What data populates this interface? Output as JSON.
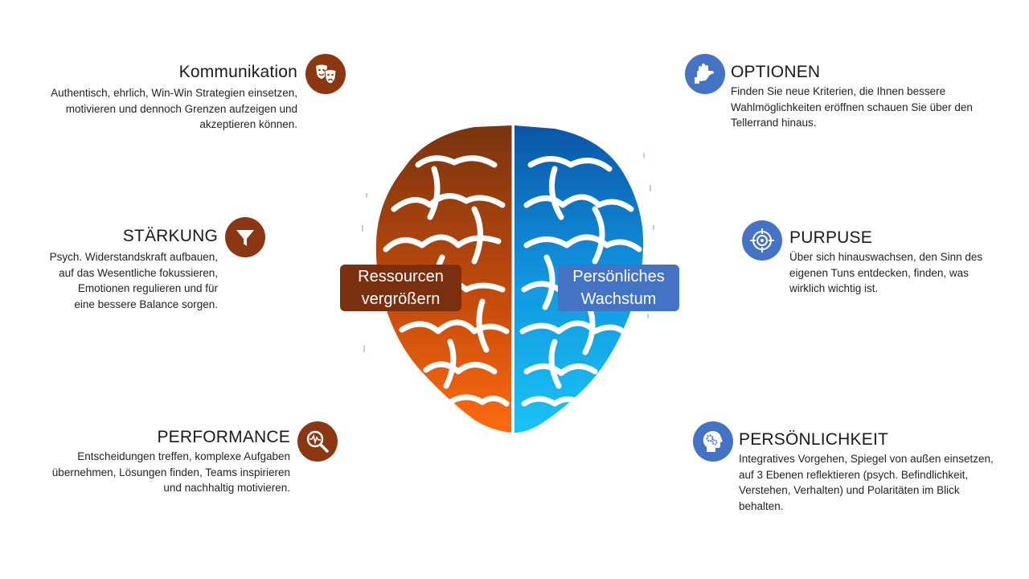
{
  "left": {
    "kommunikation": {
      "title": "Kommunikation",
      "lines": [
        "Authentisch, ehrlich, Win-Win Strategien einsetzen,",
        "motivieren und dennoch Grenzen aufzeigen und",
        "akzeptieren können."
      ],
      "icon": "theater-masks-icon"
    },
    "staerkung": {
      "title": "STÄRKUNG",
      "lines": [
        "Psych. Widerstandskraft aufbauen,",
        "auf das Wesentliche fokussieren,",
        "Emotionen regulieren und für",
        "eine bessere Balance sorgen."
      ],
      "icon": "funnel-icon"
    },
    "performance": {
      "title": "PERFORMANCE",
      "lines": [
        "Entscheidungen treffen, komplexe Aufgaben",
        "übernehmen,  Lösungen finden, Teams inspirieren",
        "und nachhaltig motivieren."
      ],
      "icon": "magnifier-pulse-icon"
    }
  },
  "right": {
    "optionen": {
      "title": "OPTIONEN",
      "lines": [
        "Finden Sie neue Kriterien, die Ihnen bessere",
        "Wahlmöglichkeiten eröffnen schauen Sie über den",
        "Tellerrand hinaus."
      ],
      "icon": "hand-icon"
    },
    "purpuse": {
      "title": "PURPUSE",
      "lines": [
        "Über sich hinauswachsen, den Sinn des",
        "eigenen Tuns entdecken, finden, was",
        "wirklich wichtig ist."
      ],
      "icon": "target-icon"
    },
    "persoenlichkeit": {
      "title": "PERSÖNLICHKEIT",
      "lines": [
        "Integratives Vorgehen, Spiegel von außen einsetzen,",
        "auf 3 Ebenen reflektieren (psych. Befindlichkeit,",
        "Verstehen, Verhalten) und Polaritäten im Blick",
        "behalten."
      ],
      "icon": "head-gears-icon"
    }
  },
  "center": {
    "left_label": [
      "Ressourcen",
      "vergrößern"
    ],
    "right_label": [
      "Persönliches",
      "Wachstum"
    ]
  },
  "colors": {
    "brown": "#8a3712",
    "blue": "#4472c4",
    "brain_left_top": "#7a3410",
    "brain_left_bottom": "#ff6a10",
    "brain_right_top": "#0b55a8",
    "brain_right_bottom": "#19c3f5"
  }
}
